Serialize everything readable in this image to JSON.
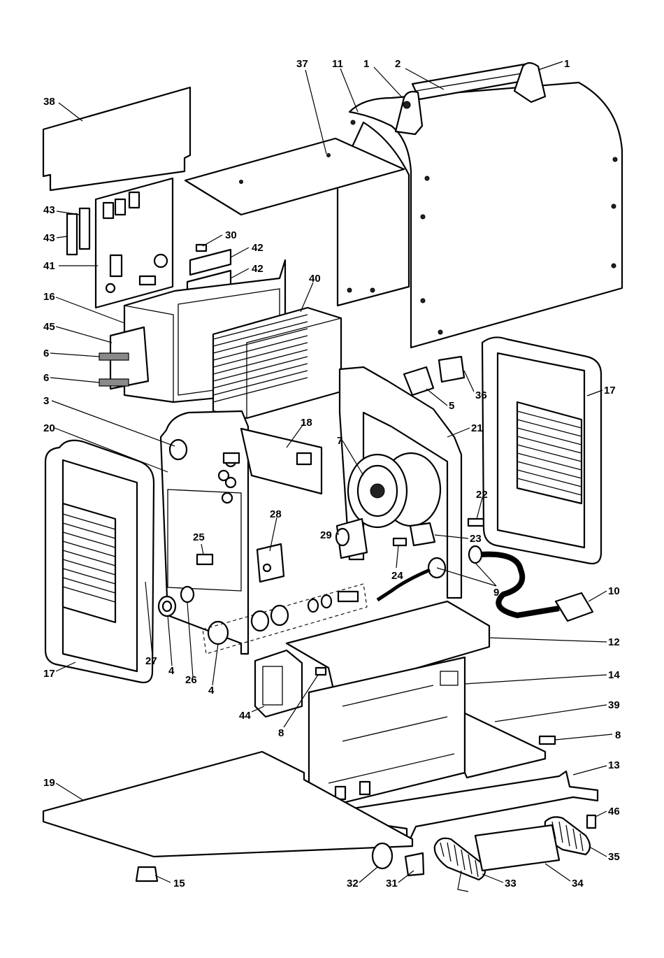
{
  "labels": [
    "1",
    "1",
    "2",
    "11",
    "37",
    "38",
    "43",
    "43",
    "41",
    "30",
    "42",
    "42",
    "16",
    "45",
    "6",
    "6",
    "40",
    "3",
    "18",
    "5",
    "36",
    "17",
    "20",
    "7",
    "21",
    "22",
    "29",
    "23",
    "25",
    "28",
    "24",
    "9",
    "10",
    "12",
    "14",
    "27",
    "4",
    "26",
    "4",
    "17",
    "44",
    "8",
    "39",
    "8",
    "13",
    "19",
    "46",
    "35",
    "15",
    "32",
    "31",
    "33",
    "34"
  ]
}
